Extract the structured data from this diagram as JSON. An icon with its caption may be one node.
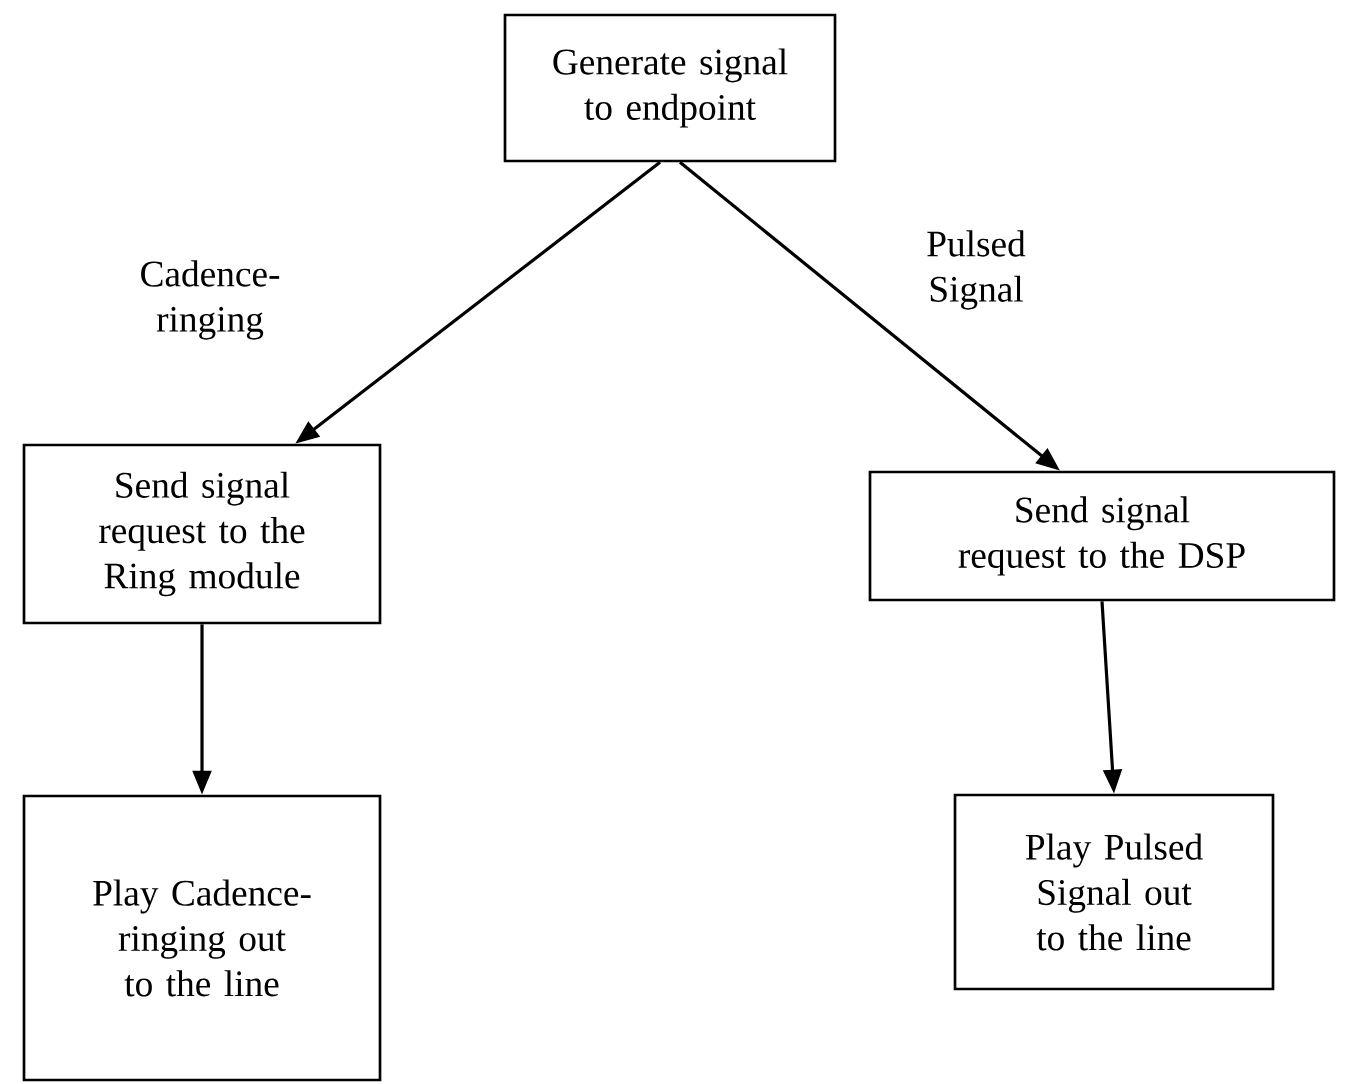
{
  "diagram": {
    "nodes": [
      {
        "text": [
          "Generate signal to endpoint"
        ]
      },
      {
        "text": [
          "Send signal request to the Ring module"
        ]
      },
      {
        "text": [
          "Send signal request to the DSP"
        ]
      },
      {
        "text": [
          "Play Cadence-ringing out to the line"
        ]
      },
      {
        "text": [
          "Play Pulsed Signal out to the line"
        ]
      }
    ],
    "edges": [
      {
        "from": 0,
        "to": 1,
        "arrow": "to",
        "label": "Cadence-ringing"
      },
      {
        "from": 0,
        "to": 2,
        "arrow": "to",
        "label": "Pulsed Signal"
      },
      {
        "from": 1,
        "to": 3,
        "arrow": "to"
      },
      {
        "from": 2,
        "to": 4,
        "arrow": "to"
      }
    ]
  }
}
